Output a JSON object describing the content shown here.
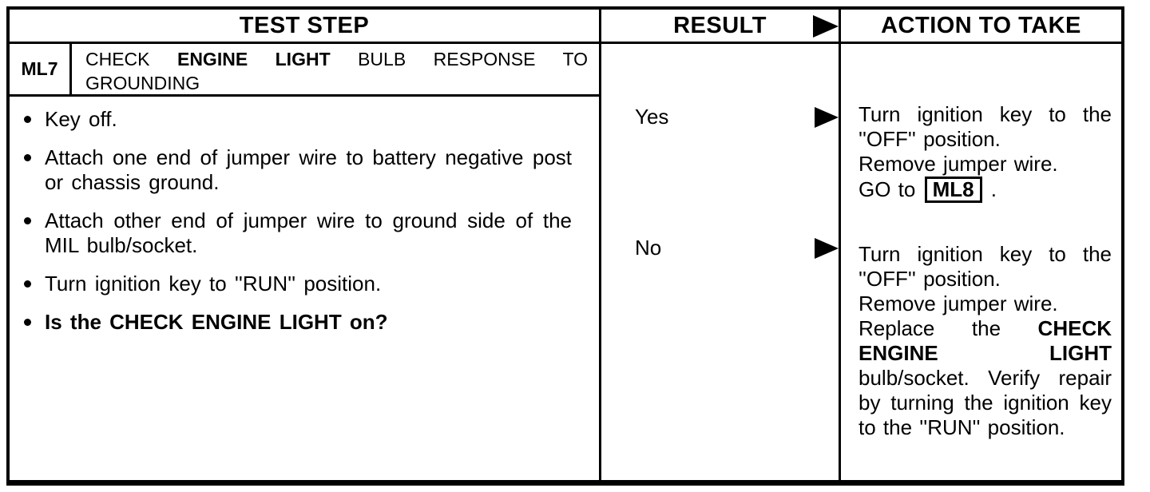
{
  "colors": {
    "ink": "#000000",
    "paper": "#ffffff"
  },
  "table": {
    "headers": {
      "test_step": "TEST STEP",
      "result": "RESULT",
      "action": "ACTION TO TAKE"
    },
    "step": {
      "id": "ML7",
      "title": {
        "pre": "CHECK ",
        "bold": "ENGINE LIGHT",
        "post": " BULB RESPONSE TO GROUNDING"
      }
    },
    "bullets": [
      {
        "text": "Key off."
      },
      {
        "text": "Attach one end of jumper wire to battery negative post or chassis ground."
      },
      {
        "text": "Attach other end of jumper wire to ground side of the MIL bulb/socket."
      },
      {
        "text": "Turn ignition key to ''RUN'' position."
      },
      {
        "text": "Is the CHECK ENGINE LIGHT on?"
      }
    ],
    "rows": [
      {
        "result": "Yes",
        "action": {
          "p1": "Turn ignition key to the ''OFF'' position.",
          "p2": "Remove jumper wire.",
          "p3_pre": "GO to ",
          "p3_box": "ML8",
          "p3_post": " ."
        }
      },
      {
        "result": "No",
        "action": {
          "p1": "Turn ignition key to the ''OFF'' position.",
          "p2": "Remove jumper wire.",
          "p3_pre": "Replace the ",
          "p3_bold": "CHECK ENGINE LIGHT",
          "p3_post": " bulb/socket. Verify repair by turning the ignition key to the ''RUN'' position."
        }
      }
    ]
  }
}
